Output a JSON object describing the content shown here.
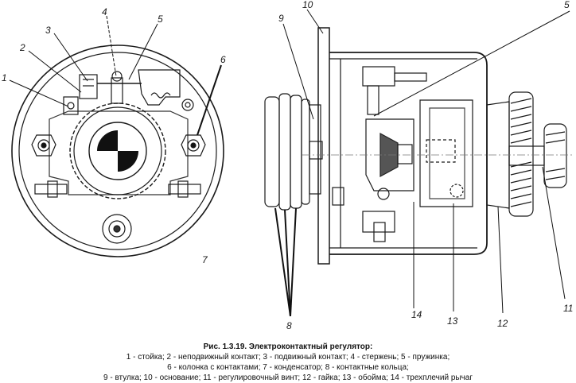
{
  "figure": {
    "labels": {
      "n1": "1",
      "n2": "2",
      "n3": "3",
      "n4": "4",
      "n5a": "5",
      "n6": "6",
      "n7": "7",
      "n9": "9",
      "n10": "10",
      "n5b": "5",
      "n8": "8",
      "n14": "14",
      "n13": "13",
      "n12": "12",
      "n11": "11"
    }
  },
  "caption": {
    "title": "Рис. 1.3.19. Электроконтактный регулятор:",
    "line1": "1 - стойка; 2 - неподвижный контакт; 3 - подвижный контакт; 4 - стержень; 5 - пружинка;",
    "line2": "6 - колонка с контактами; 7 - конденсатор; 8 - контактные кольца;",
    "line3": "9 - втулка; 10 - основание; 11 - регулировочный винт; 12 - гайка; 13 - обойма; 14 - трехплечий рычаг"
  }
}
